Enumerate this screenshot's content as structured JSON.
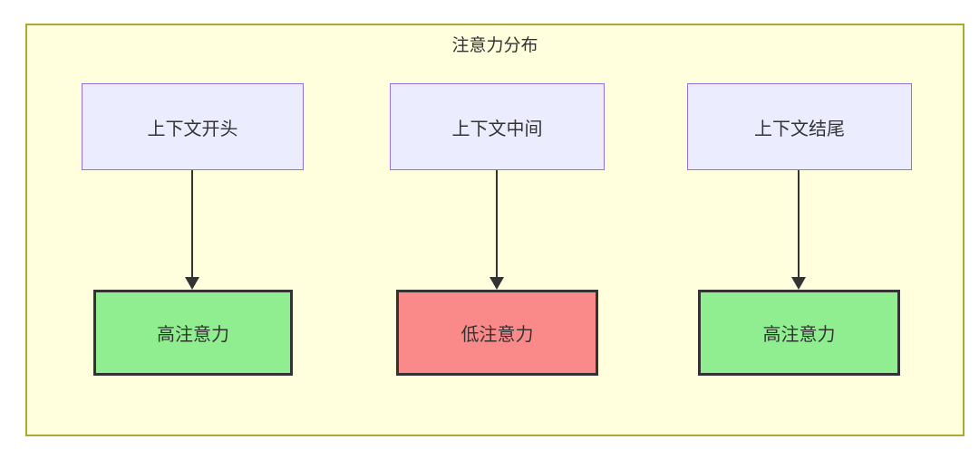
{
  "diagram": {
    "title": "注意力分布",
    "top_nodes": [
      {
        "id": "context-start",
        "label": "上下文开头"
      },
      {
        "id": "context-middle",
        "label": "上下文中间"
      },
      {
        "id": "context-end",
        "label": "上下文结尾"
      }
    ],
    "bottom_nodes": [
      {
        "id": "high-attention-1",
        "label": "高注意力",
        "level": "high"
      },
      {
        "id": "low-attention-1",
        "label": "低注意力",
        "level": "low"
      },
      {
        "id": "high-attention-2",
        "label": "高注意力",
        "level": "high"
      }
    ],
    "edges": [
      {
        "from": "context-start",
        "to": "high-attention-1"
      },
      {
        "from": "context-middle",
        "to": "low-attention-1"
      },
      {
        "from": "context-end",
        "to": "high-attention-2"
      }
    ],
    "colors": {
      "cluster_background": "#ffffde",
      "cluster_border": "#aaaa33",
      "context_node_background": "#ececff",
      "context_node_border": "#9370db",
      "high_attention_background": "#90ee90",
      "low_attention_background": "#fa8a8a",
      "result_node_border": "#333333",
      "arrow": "#333333",
      "text": "#333333"
    }
  }
}
